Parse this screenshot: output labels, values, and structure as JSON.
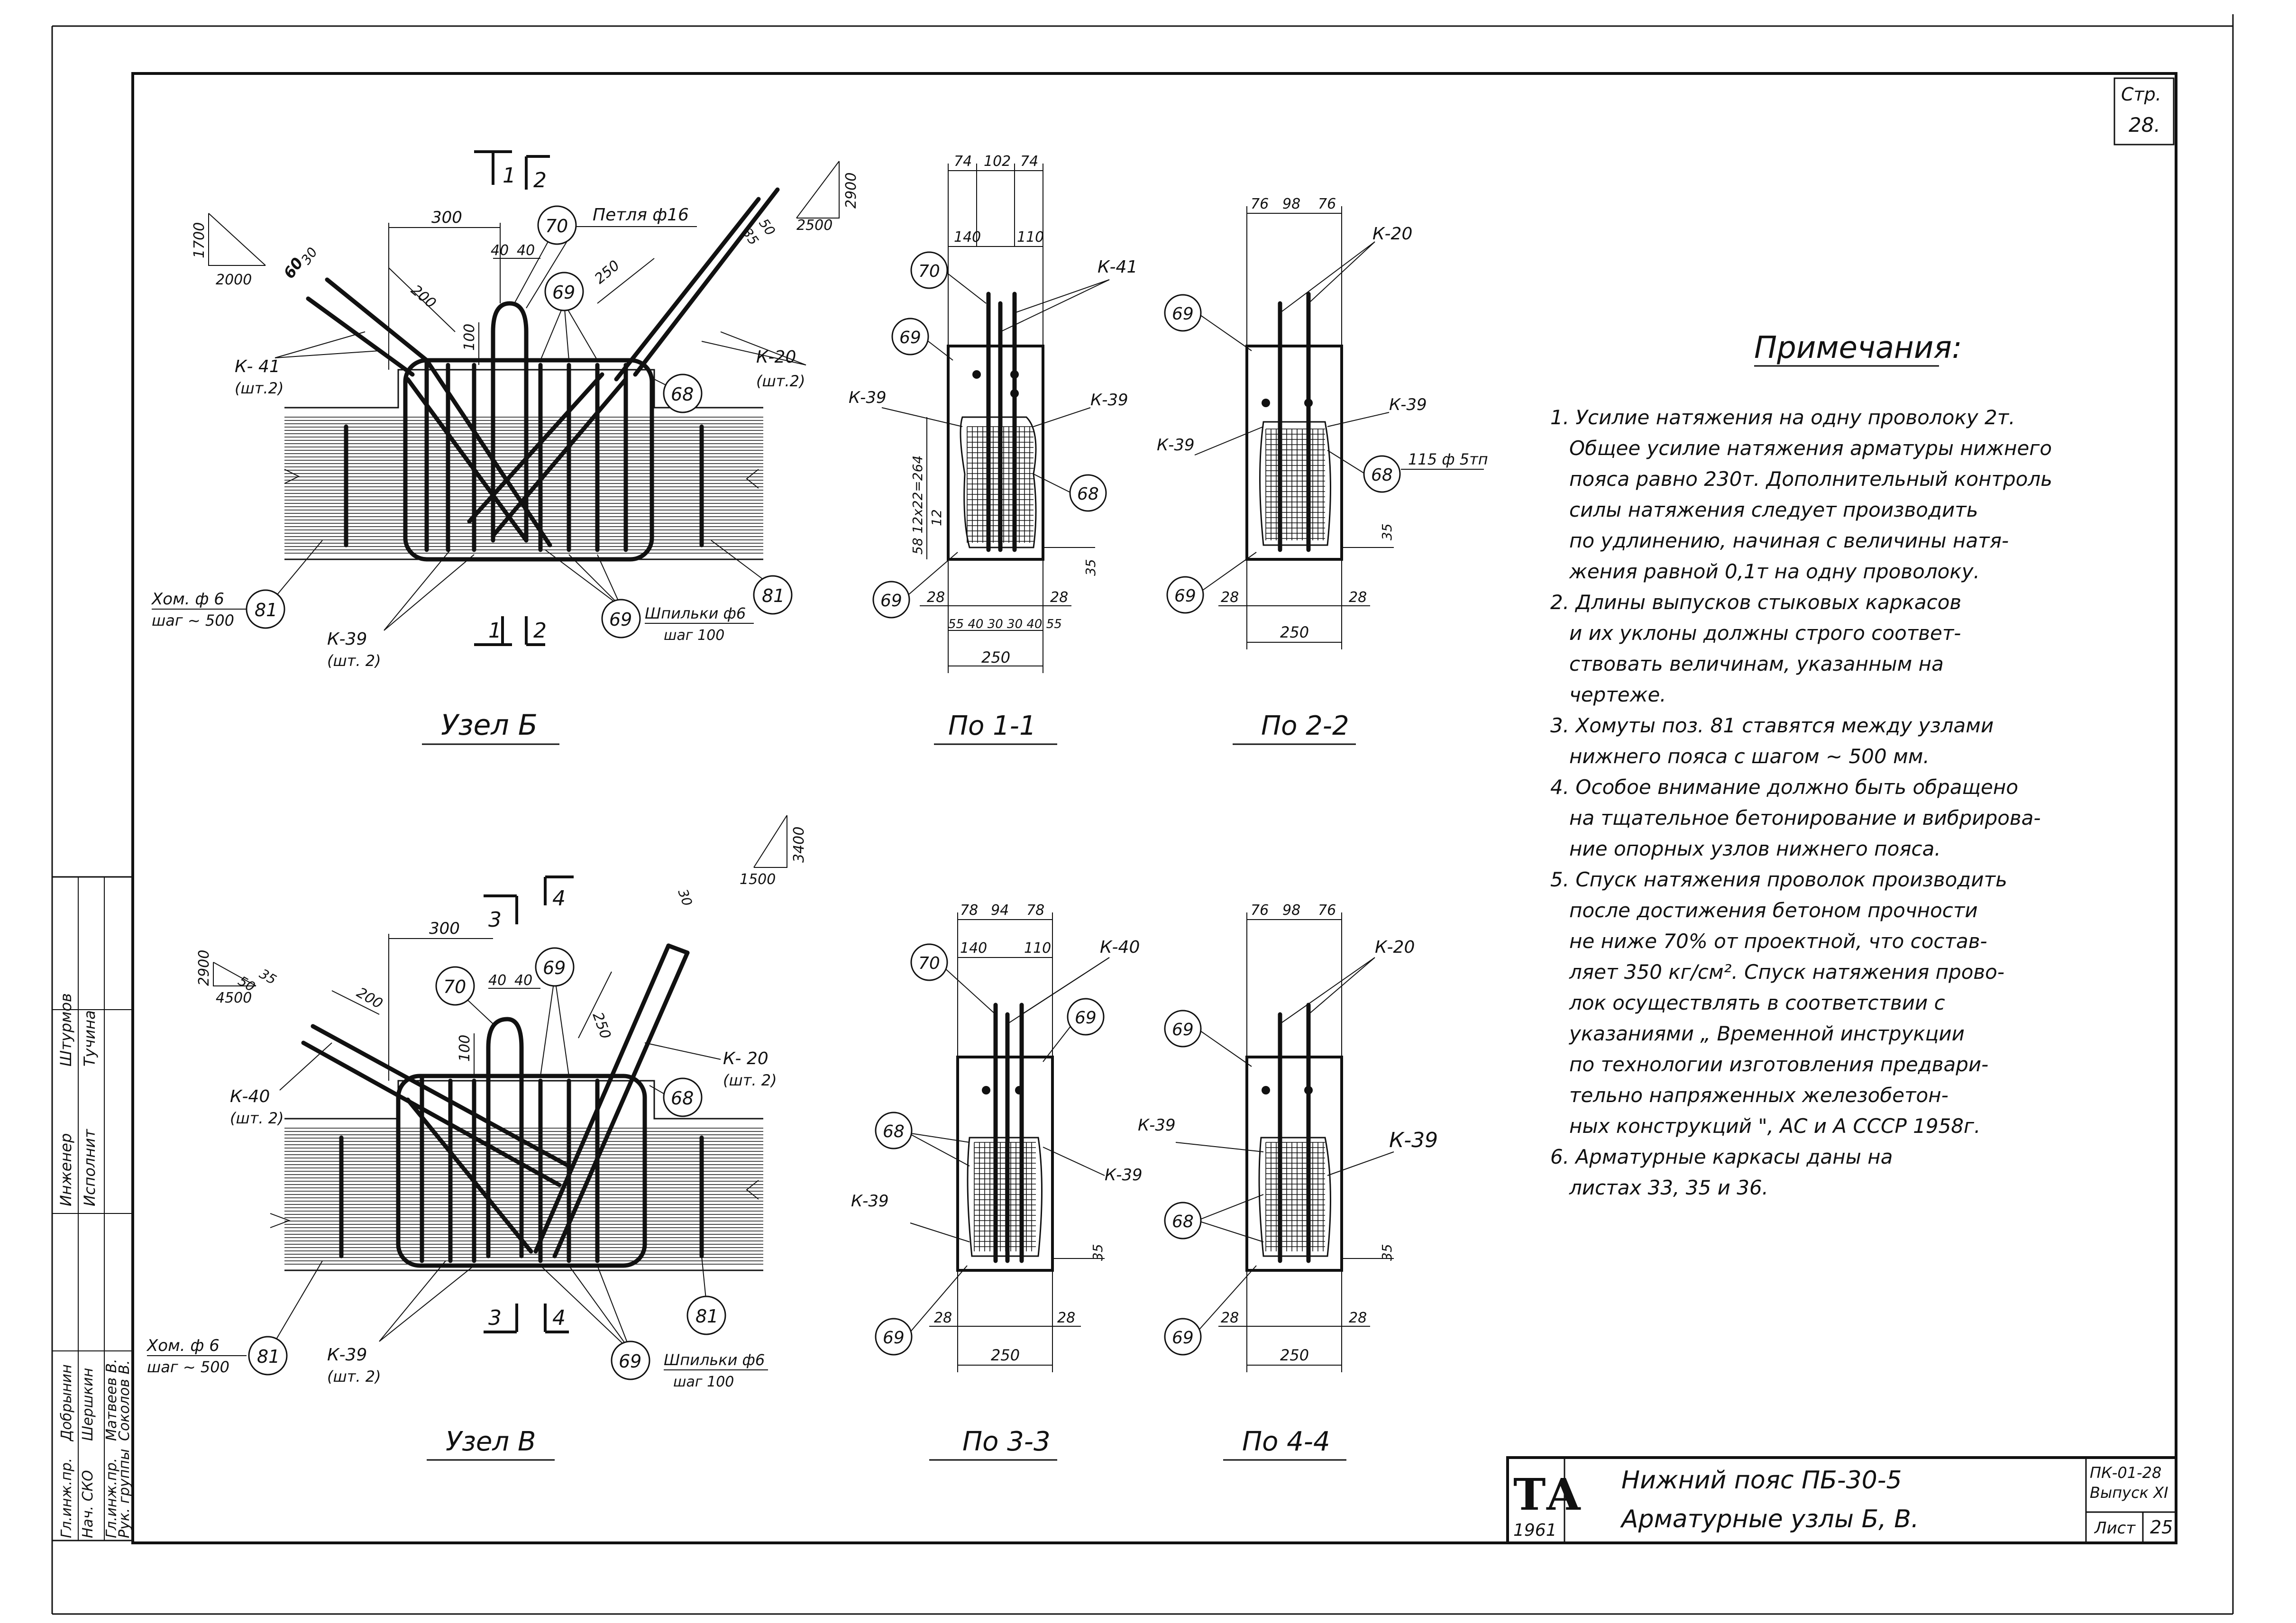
{
  "sheet": {
    "page_label": "Стр.",
    "page_no": "28.",
    "logo": "ТА",
    "year": "1961",
    "title_line1": "Нижний пояс ПБ-30-5",
    "title_line2": "Арматурные узлы Б, В.",
    "code_line1": "ПК-01-28",
    "code_line2": "Выпуск XI",
    "list_label": "Лист",
    "list_no": "25"
  },
  "stamp": [
    {
      "role": "Гл.инж.пр.",
      "name": "Добрынин"
    },
    {
      "role": "Нач. СКО",
      "name": "Шершкин"
    },
    {
      "role": "Гл.инж.пр.",
      "name": "Матвеев В."
    },
    {
      "role": "Рук. группы",
      "name": "Соколов В."
    },
    {
      "role": "Инженер",
      "name": "Штурмов"
    },
    {
      "role": "Исполнит",
      "name": "Тучина"
    }
  ],
  "notes": {
    "heading": "Примечания:",
    "lines": [
      "1. Усилие натяжения на одну проволоку 2т.",
      "Общее усилие натяжения арматуры нижнего",
      "пояса равно 230т. Дополнительный контроль",
      "силы натяжения следует производить",
      "по удлинению, начиная с величины натя-",
      "жения равной 0,1т на одну проволоку.",
      "2. Длины выпусков стыковых каркасов",
      "и их уклоны должны строго соответ-",
      "ствовать величинам, указанным на",
      "чертеже.",
      "3. Хомуты поз. 81 ставятся между узлами",
      "нижнего пояса с шагом ~ 500 мм.",
      "4. Особое внимание должно быть обращено",
      "на тщательное бетонирование и вибрирова-",
      "ние опорных узлов нижнего пояса.",
      "5. Спуск натяжения проволок производить",
      "после достижения бетоном прочности",
      "не ниже 70% от проектной, что состав-",
      "ляет 350 кг/см². Спуск натяжения прово-",
      "лок осуществлять в соответствии с",
      "указаниями „ Временной инструкции",
      "по технологии изготовления предвари-",
      "тельно напряженных железобетон-",
      "ных конструкций \", АС и А СССР 1958г.",
      "6. Арматурные каркасы даны на",
      "листах 33, 35 и 36."
    ]
  },
  "captions": {
    "node_b": "Узел Б",
    "node_v": "Узел В",
    "sec11": "По 1-1",
    "sec22": "По 2-2",
    "sec33": "По 3-3",
    "sec44": "По 4-4"
  },
  "node_b": {
    "loop": "Петля ф16",
    "dim300": "300",
    "dim40a": "40",
    "dim40b": "40",
    "dim200": "200",
    "dim100": "100",
    "dim250": "250",
    "dim60": "60",
    "dim30": "30",
    "dim35": "35",
    "dim50": "50",
    "slope_l_v": "1700",
    "slope_l_h": "2000",
    "slope_r_v": "2900",
    "slope_r_h": "2500",
    "k41": "К- 41",
    "k41_qty": "(шт.2)",
    "k20": "К-20",
    "k20_qty": "(шт.2)",
    "k39": "К-39",
    "k39_qty": "(шт. 2)",
    "clamp": "Хом. ф 6",
    "clamp_step": "шаг ~ 500",
    "pins": "Шпильки ф6",
    "pins_step": "шаг 100",
    "cut1": "1",
    "cut2": "2",
    "p70": "70",
    "p69": "69",
    "p68": "68",
    "p81a": "81",
    "p81b": "81",
    "p69b": "69"
  },
  "node_v": {
    "dim300": "300",
    "dim40a": "40",
    "dim40b": "40",
    "dim200": "200",
    "dim100": "100",
    "dim250": "250",
    "dim50": "50",
    "dim35": "35",
    "dim30": "30",
    "slope_l_v": "2900",
    "slope_l_h": "4500",
    "slope_r_v": "3400",
    "slope_r_h": "1500",
    "k40": "К-40",
    "k40_qty": "(шт. 2)",
    "k20": "К- 20",
    "k20_qty": "(шт. 2)",
    "k39": "К-39",
    "k39_qty": "(шт. 2)",
    "clamp": "Хом. ф 6",
    "clamp_step": "шаг ~ 500",
    "pins": "Шпильки ф6",
    "pins_step": "шаг 100",
    "cut3": "3",
    "cut4": "4",
    "p70": "70",
    "p69": "69",
    "p68": "68",
    "p81a": "81",
    "p81b": "81",
    "p69b": "69"
  },
  "sec11": {
    "top": [
      "74",
      "102",
      "74"
    ],
    "top2": [
      "140",
      "110"
    ],
    "k41": "К-41",
    "k39l": "К-39",
    "k39r": "К-39",
    "stack": "58 12х22=264",
    "d12": "12",
    "d35": "35",
    "d28a": "28",
    "d28b": "28",
    "bottom": "55 40 30 30 40 55",
    "width": "250",
    "p70": "70",
    "p69a": "69",
    "p69b": "69",
    "p68": "68"
  },
  "sec22": {
    "top": [
      "76",
      "98",
      "76"
    ],
    "k20": "К-20",
    "k39l": "К-39",
    "k39r": "К-39",
    "wires": "115 ф 5тп",
    "d35": "35",
    "d28a": "28",
    "d28b": "28",
    "width": "250",
    "p69a": "69",
    "p69b": "69",
    "p68": "68"
  },
  "sec33": {
    "top": [
      "78",
      "94",
      "78"
    ],
    "top2": [
      "140",
      "110"
    ],
    "k40": "К-40",
    "k39l": "К-39",
    "k39r": "К-39",
    "d35": "35",
    "d28a": "28",
    "d28b": "28",
    "width": "250",
    "p70": "70",
    "p69a": "69",
    "p69b": "69",
    "p68": "68"
  },
  "sec44": {
    "top": [
      "76",
      "98",
      "76"
    ],
    "k20": "К-20",
    "k39l": "К-39",
    "k39r": "К-39",
    "d35": "35",
    "d28a": "28",
    "d28b": "28",
    "width": "250",
    "p69a": "69",
    "p69b": "69",
    "p68": "68"
  }
}
